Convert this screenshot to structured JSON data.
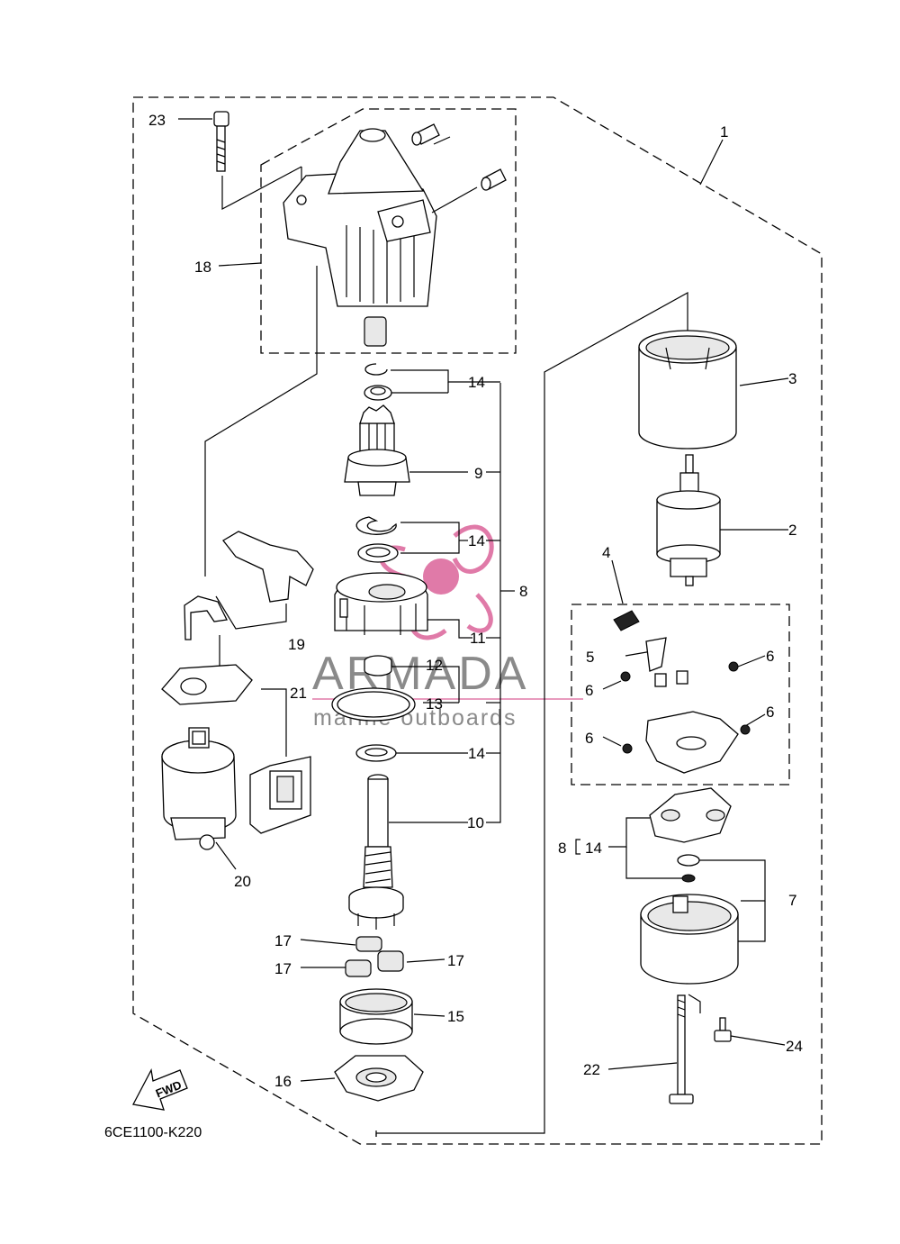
{
  "diagram": {
    "code": "6CE1100-K220",
    "fwd_label": "FWD",
    "watermark": {
      "brand": "ARMADA",
      "tagline": "marine outboards",
      "color": "#e07aa8"
    },
    "callouts": {
      "c1": "1",
      "c2": "2",
      "c3": "3",
      "c4": "4",
      "c5": "5",
      "c6a": "6",
      "c6b": "6",
      "c6c": "6",
      "c6d": "6",
      "c7": "7",
      "c8a": "8",
      "c8b": "8",
      "c9": "9",
      "c10": "10",
      "c11": "11",
      "c12": "12",
      "c13": "13",
      "c14a": "14",
      "c14b": "14",
      "c14c": "14",
      "c14d": "14",
      "c15": "15",
      "c16": "16",
      "c17a": "17",
      "c17b": "17",
      "c17c": "17",
      "c18": "18",
      "c19": "19",
      "c20": "20",
      "c21": "21",
      "c22": "22",
      "c23": "23",
      "c24": "24"
    }
  }
}
